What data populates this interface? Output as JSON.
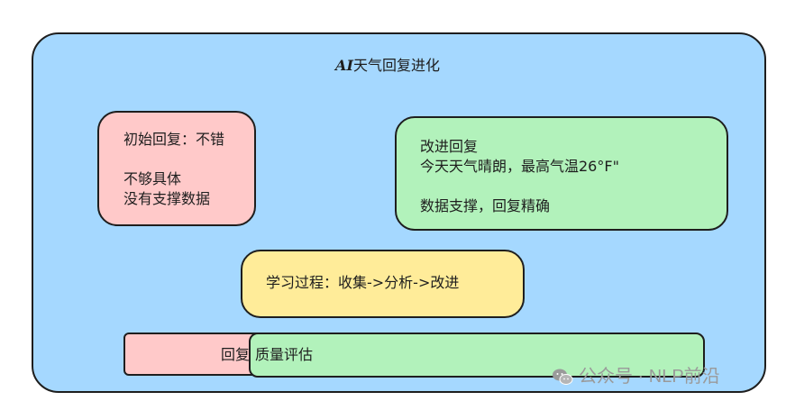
{
  "title": {
    "prefix": "AI",
    "text": "天气回复进化"
  },
  "initial_reply": {
    "lines": [
      "初始回复：不错",
      "",
      "不够具体",
      "没有支撑数据"
    ]
  },
  "improved_reply": {
    "lines": [
      "改进回复",
      "今天天气晴朗，最高气温26°F\"",
      "",
      "数据支撑，回复精确"
    ]
  },
  "learning_process": {
    "text": "学习过程：收集->分析->改进"
  },
  "evaluation": {
    "left_text": "回复",
    "right_text": "质量评估"
  },
  "watermark": {
    "icon": "wechat-icon",
    "text": "公众号 · NLP前沿"
  },
  "colors": {
    "outer": "#a5d8ff",
    "pink": "#ffc9c9",
    "green": "#b2f2bb",
    "yellow": "#ffec99",
    "stroke": "#1e1e1e"
  }
}
